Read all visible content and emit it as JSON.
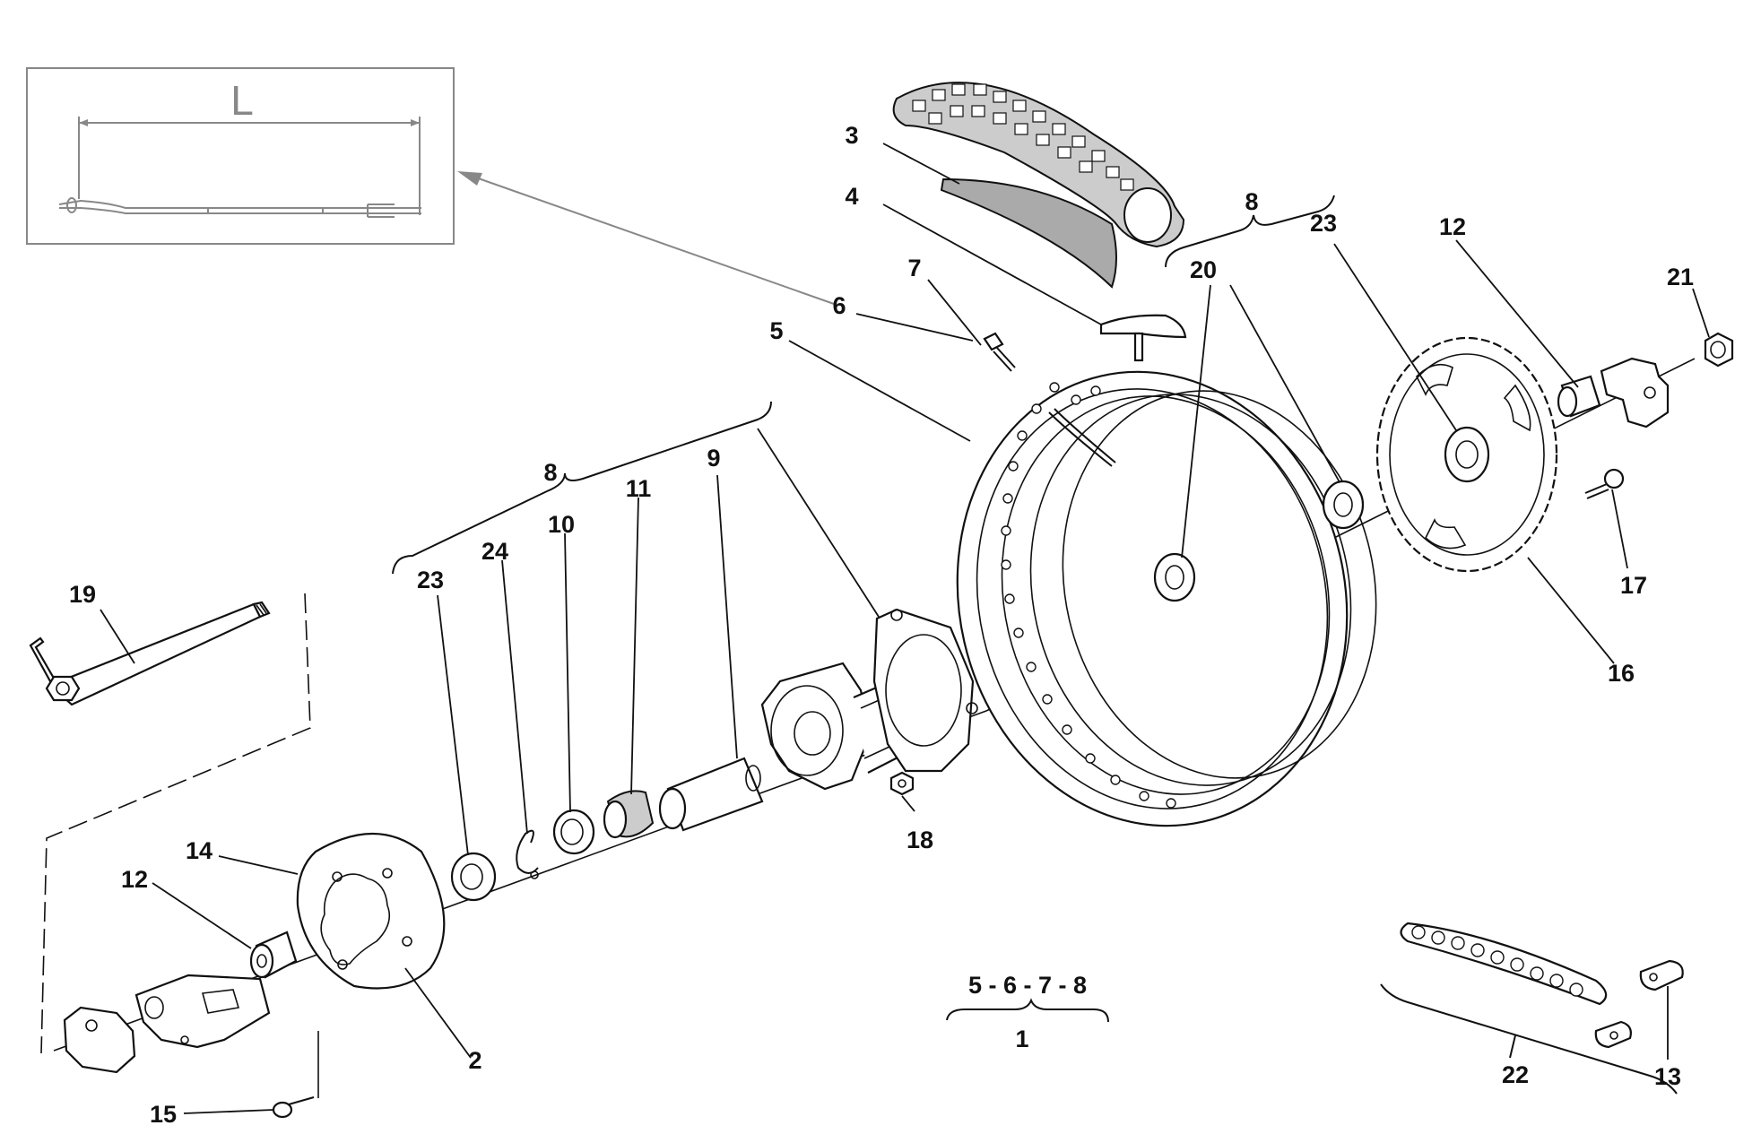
{
  "diagram": {
    "inset_dimension_label": "L",
    "part_labels": [
      {
        "id": "p1",
        "text": "1"
      },
      {
        "id": "p2",
        "text": "2"
      },
      {
        "id": "p3",
        "text": "3"
      },
      {
        "id": "p4",
        "text": "4"
      },
      {
        "id": "p5a",
        "text": "5"
      },
      {
        "id": "p6",
        "text": "6"
      },
      {
        "id": "p7",
        "text": "7"
      },
      {
        "id": "p8a",
        "text": "8"
      },
      {
        "id": "p8b",
        "text": "8"
      },
      {
        "id": "p9",
        "text": "9"
      },
      {
        "id": "p10",
        "text": "10"
      },
      {
        "id": "p11",
        "text": "11"
      },
      {
        "id": "p12a",
        "text": "12"
      },
      {
        "id": "p12b",
        "text": "12"
      },
      {
        "id": "p13",
        "text": "13"
      },
      {
        "id": "p14",
        "text": "14"
      },
      {
        "id": "p15",
        "text": "15"
      },
      {
        "id": "p16",
        "text": "16"
      },
      {
        "id": "p17",
        "text": "17"
      },
      {
        "id": "p18",
        "text": "18"
      },
      {
        "id": "p19",
        "text": "19"
      },
      {
        "id": "p20",
        "text": "20"
      },
      {
        "id": "p21",
        "text": "21"
      },
      {
        "id": "p22",
        "text": "22"
      },
      {
        "id": "p23a",
        "text": "23"
      },
      {
        "id": "p23b",
        "text": "23"
      },
      {
        "id": "p24",
        "text": "24"
      }
    ],
    "kit_group_label": "5 - 6 - 7 - 8",
    "kit_label": "1"
  }
}
